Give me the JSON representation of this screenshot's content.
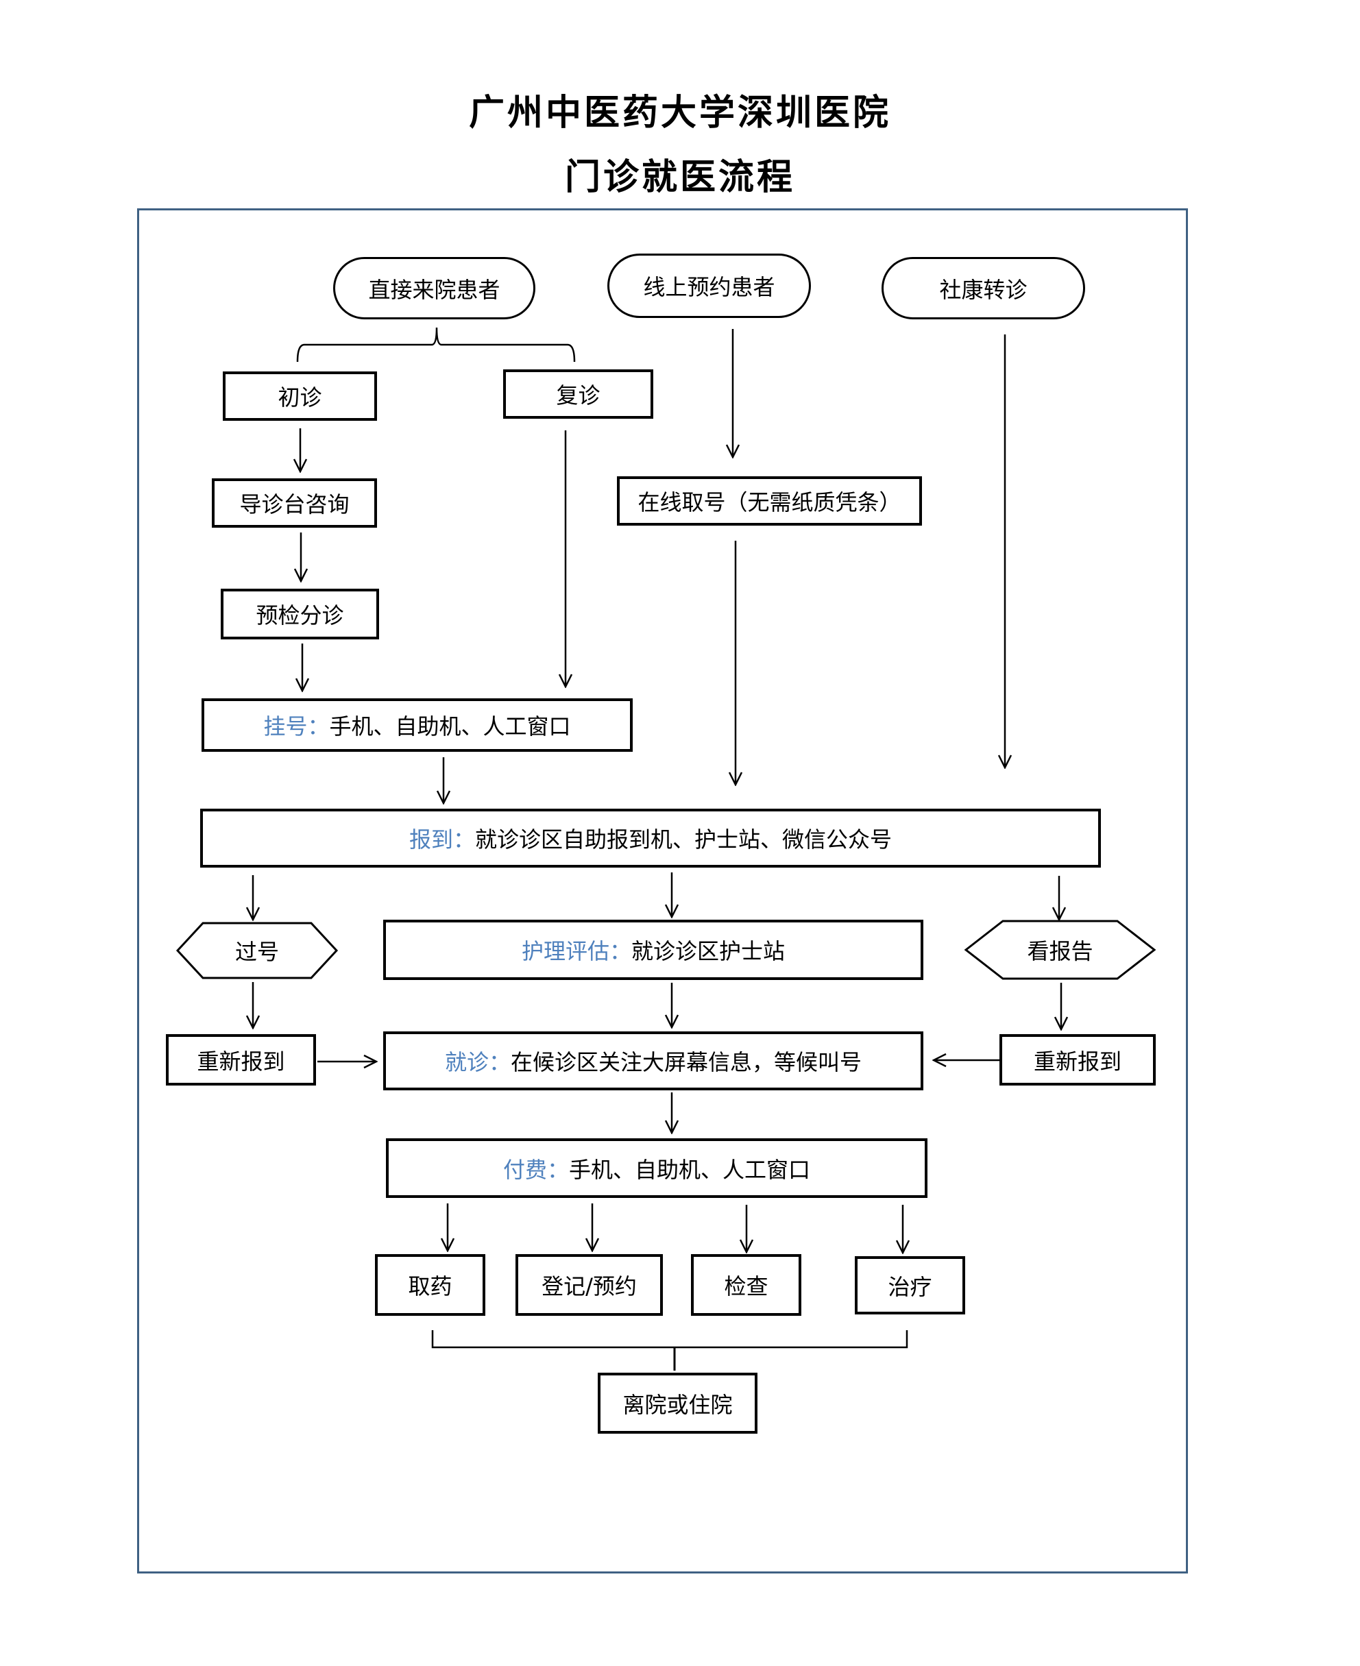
{
  "document": {
    "title_line1": "广州中医药大学深圳医院",
    "title_line2": "门诊就医流程",
    "colors": {
      "frame_border": "#3f6183",
      "highlight_label": "#4f81bd",
      "node_border": "#000000"
    }
  },
  "flowchart": {
    "entry_points": {
      "walk_in": "直接来院患者",
      "online_booking": "线上预约患者",
      "community_referral": "社康转诊"
    },
    "walk_in_branch": {
      "first_visit": "初诊",
      "return_visit": "复诊",
      "guide_desk": "导诊台咨询",
      "triage": "预检分诊"
    },
    "online_ticket": "在线取号（无需纸质凭条）",
    "registration": {
      "label": "挂号：",
      "text": "手机、自助机、人工窗口"
    },
    "check_in": {
      "label": "报到：",
      "text": "就诊诊区自助报到机、护士站、微信公众号"
    },
    "missed_number": "过号",
    "nursing_assessment": {
      "label": "护理评估：",
      "text": "就诊诊区护士站"
    },
    "view_report": "看报告",
    "recheck_in_left": "重新报到",
    "recheck_in_right": "重新报到",
    "consultation": {
      "label": "就诊：",
      "text": "在候诊区关注大屏幕信息，等候叫号"
    },
    "payment": {
      "label": "付费：",
      "text": "手机、自助机、人工窗口"
    },
    "services": [
      "取药",
      "登记/预约",
      "检查",
      "治疗"
    ],
    "final": "离院或住院"
  }
}
